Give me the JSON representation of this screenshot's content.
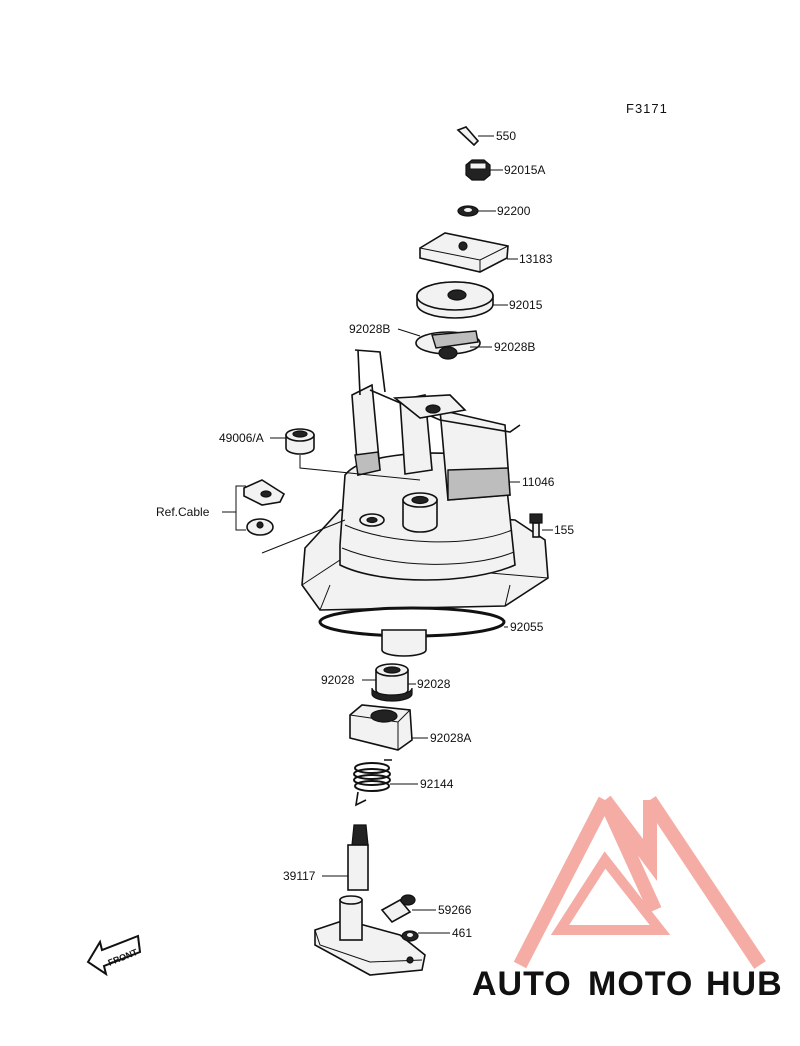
{
  "figure_code": "F3171",
  "callouts": {
    "p550": "550",
    "p92015A": "92015A",
    "p92200": "92200",
    "p13183": "13183",
    "p92015": "92015",
    "p92028B_left": "92028B",
    "p92028B_right": "92028B",
    "p49006A": "49006/A",
    "p11046": "11046",
    "ref_cable": "Ref.Cable",
    "p155": "155",
    "p92055": "92055",
    "p92028_left": "92028",
    "p92028_right": "92028",
    "p92028A": "92028A",
    "p92144": "92144",
    "p39117": "39117",
    "p59266": "59266",
    "p461": "461"
  },
  "front_label": "FRONT",
  "watermark": {
    "word_a": "AUTO",
    "word_b": "MOTO",
    "word_c": "HUB",
    "color_a": "#f6c177",
    "color_b": "#f08a7e",
    "color_c": "#9a9a9a",
    "logo_color": "#f3a49b"
  }
}
